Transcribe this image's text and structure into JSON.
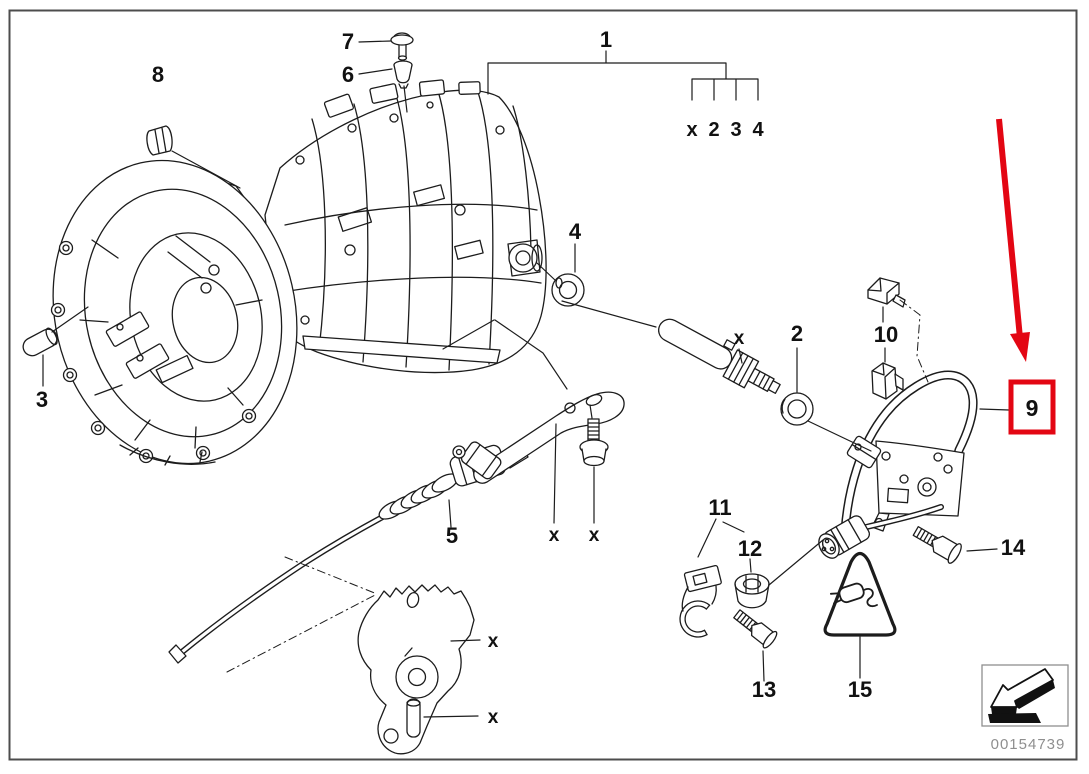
{
  "callouts": {
    "1": "1",
    "2": "2",
    "3": "3",
    "4": "4",
    "5": "5",
    "6": "6",
    "7": "7",
    "8": "8",
    "9": "9",
    "10": "10",
    "11": "11",
    "12": "12",
    "13": "13",
    "14": "14",
    "15": "15"
  },
  "group_bracket_items": [
    "x",
    "2",
    "3",
    "4"
  ],
  "x_mark": "x",
  "highlight": {
    "color": "#e30613"
  },
  "footer": {
    "image_number": "00154739"
  },
  "colors": {
    "background": "#ffffff",
    "line": "#1c1c1c",
    "label": "#111111",
    "frame_border": "#4d4d4d",
    "footer_text": "#8f8f8f",
    "highlight_red": "#e30613"
  },
  "icons": {
    "direction_arrow_icon": "3d-arrow-pointing-down-left",
    "warning_triangle_icon": "electrical-plug-warning-triangle"
  }
}
